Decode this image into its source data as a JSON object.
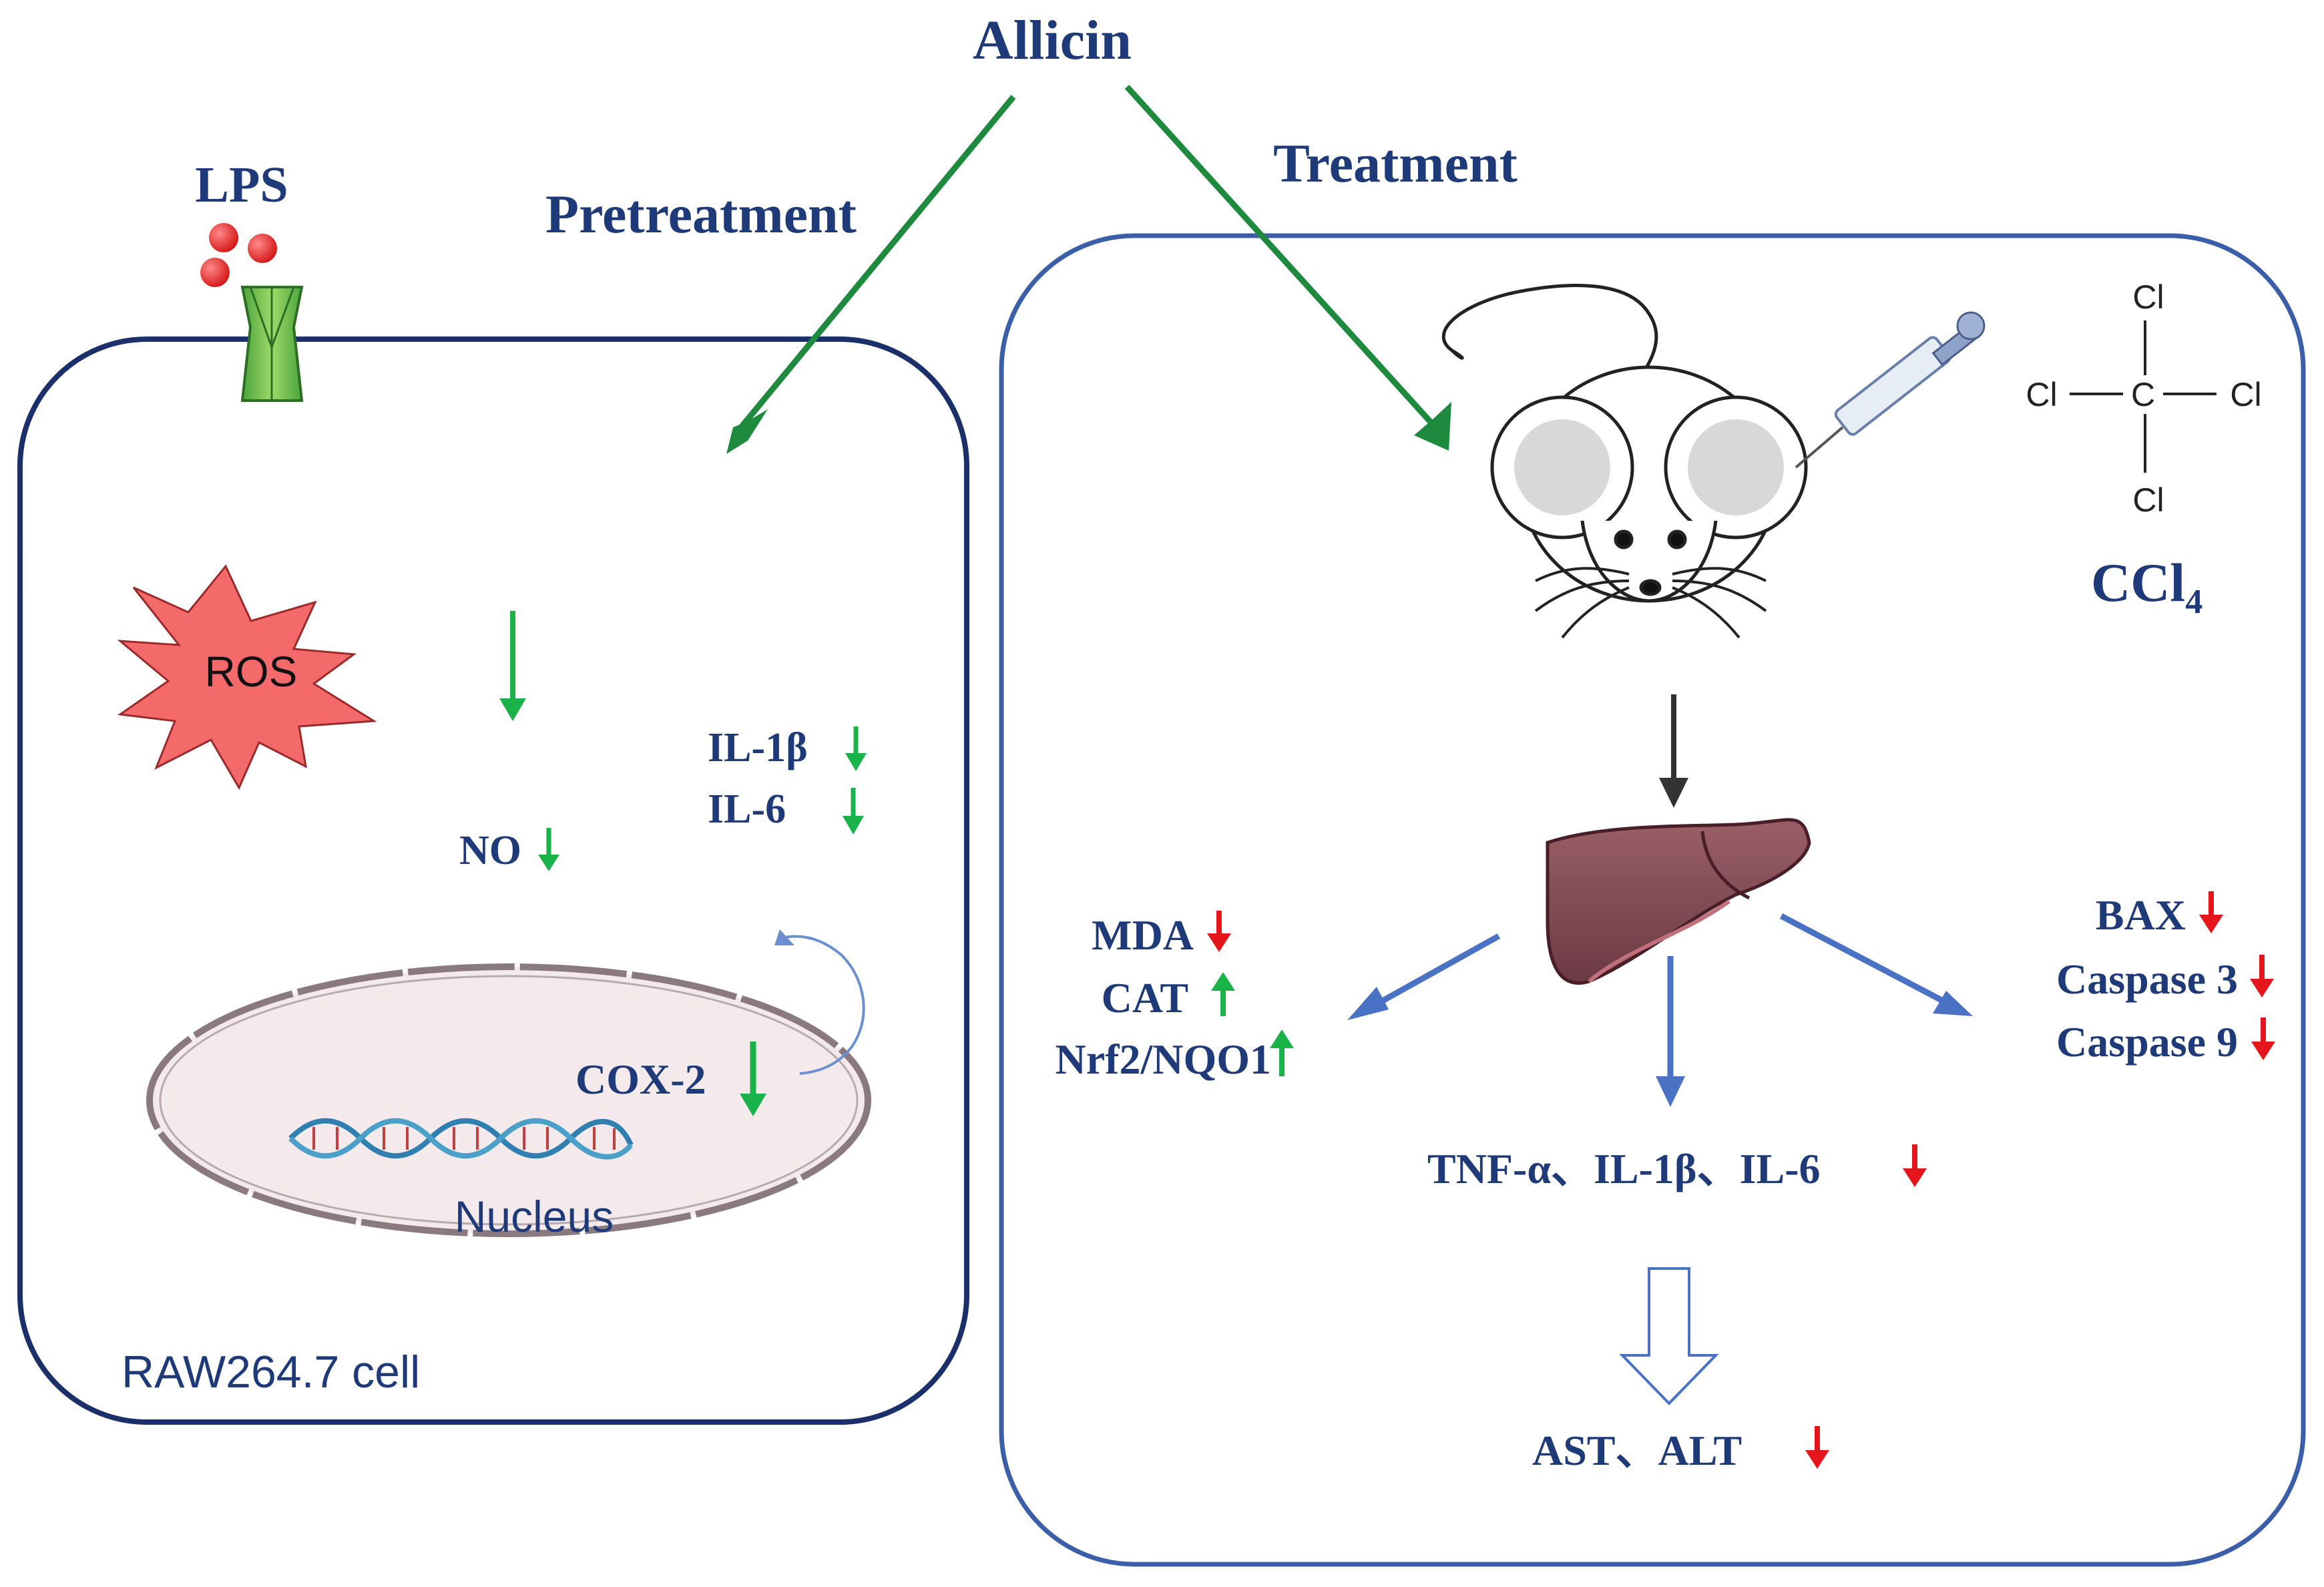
{
  "title": "Allicin",
  "labels": {
    "lps": "LPS",
    "pretreatment": "Pretreatment",
    "treatment": "Treatment",
    "ros": "ROS",
    "nucleus": "Nucleus",
    "cell_name": "RAW264.7 cell",
    "ccl4_main": "CCl",
    "ccl4_sub": "4",
    "cl": "Cl"
  },
  "cell_markers": {
    "no": "NO",
    "il1b": "IL-1β",
    "il6": "IL-6",
    "cox2": "COX-2"
  },
  "liver_outputs": {
    "left": [
      "MDA",
      "CAT",
      "Nrf2/NQO1"
    ],
    "right": [
      "BAX",
      "Caspase 3",
      "Caspase 9"
    ],
    "center": "TNF-α、IL-1β、IL-6",
    "bottom": "AST、ALT"
  },
  "colors": {
    "text": "#1f3a78",
    "green_arrow": "#1d8a3e",
    "up_green": "#19b34a",
    "down_red": "#e5161b",
    "blue_arrow": "#4a72c4",
    "panel_left": "#1b2f6b",
    "panel_right": "#3a5ea8"
  }
}
